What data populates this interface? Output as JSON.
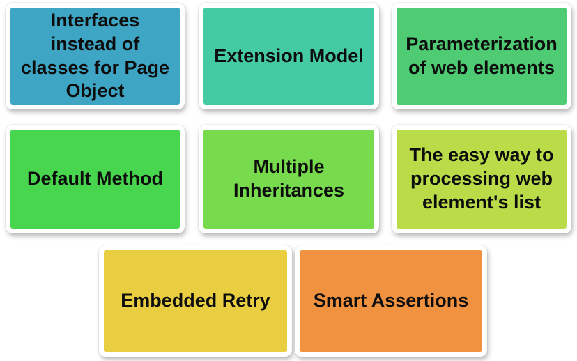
{
  "canvas": {
    "background_color": "#ffffff",
    "text_color": "#0d0d0d",
    "frame_color": "#ffffff"
  },
  "cards": [
    {
      "label": "Interfaces instead of classes for Page Object",
      "color": "#3fa5c4"
    },
    {
      "label": "Extension Model",
      "color": "#44cba4"
    },
    {
      "label": "Parameterization of web elements",
      "color": "#4fcb73"
    },
    {
      "label": "Default Method",
      "color": "#47d64d"
    },
    {
      "label": "Multiple Inheritances",
      "color": "#77db4d"
    },
    {
      "label": "The easy way to processing web element's list",
      "color": "#b9dc48"
    },
    {
      "label": "Embedded Retry",
      "color": "#e8ce40"
    },
    {
      "label": "Smart Assertions",
      "color": "#f0923f"
    }
  ]
}
